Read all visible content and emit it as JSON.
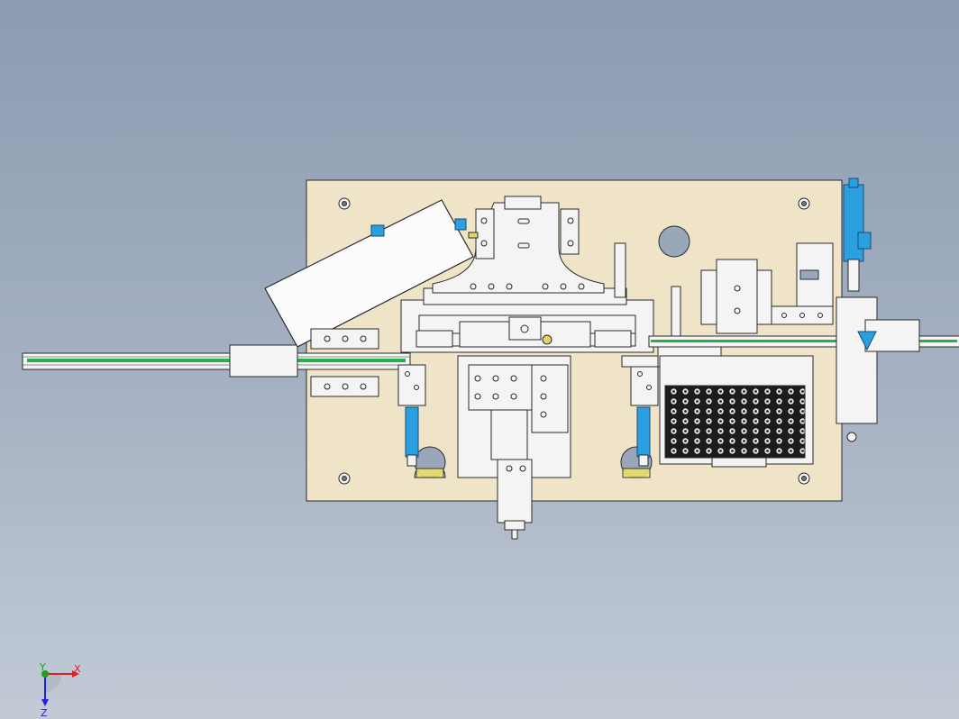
{
  "viewport": {
    "background_top": "#8c9bb1",
    "background_bottom": "#c2cad6"
  },
  "colors": {
    "base_plate": "#efe4c8",
    "part_fill": "#f4f4f4",
    "part_stroke": "#2a2a2a",
    "rail_green": "#27b04a",
    "cylinder_blue": "#2aa0e0",
    "tray_dark": "#1c1c1c",
    "brass": "#e8d16a"
  },
  "triad": {
    "x_label": "X",
    "y_label": "Y",
    "z_label": "Z",
    "x_color": "#e02020",
    "y_color": "#20a020",
    "z_color": "#2020e0"
  }
}
